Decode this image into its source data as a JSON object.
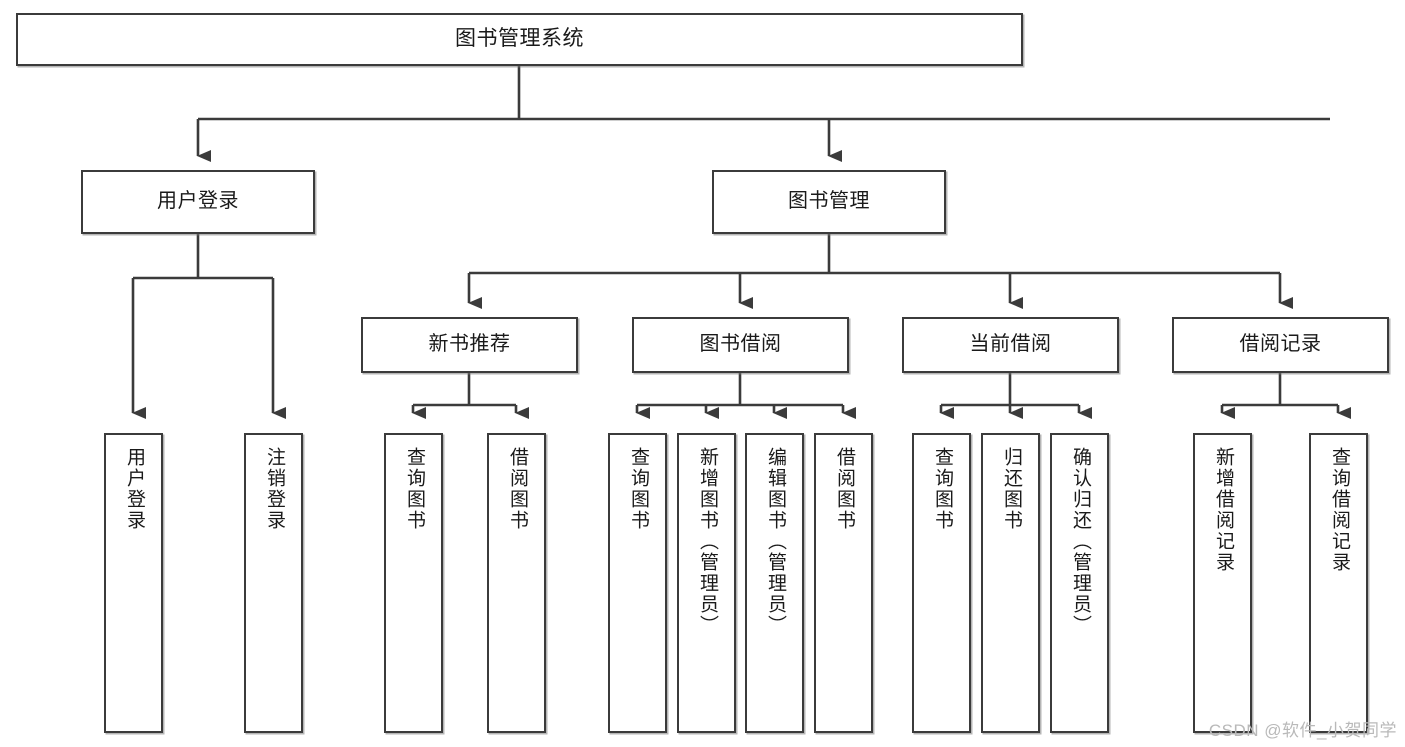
{
  "diagram": {
    "title": "图书管理系统",
    "type": "hierarchy-tree",
    "root": {
      "label": "图书管理系统"
    },
    "level2": [
      {
        "id": "user-login",
        "label": "用户登录"
      },
      {
        "id": "book-management",
        "label": "图书管理"
      }
    ],
    "level3": [
      {
        "id": "new-book-recommend",
        "label": "新书推荐",
        "parent": "book-management"
      },
      {
        "id": "book-borrow",
        "label": "图书借阅",
        "parent": "book-management"
      },
      {
        "id": "current-borrow",
        "label": "当前借阅",
        "parent": "book-management"
      },
      {
        "id": "borrow-record",
        "label": "借阅记录",
        "parent": "book-management"
      }
    ],
    "leaves": [
      {
        "id": "leaf-user-login",
        "label": "用户登录",
        "parent": "user-login"
      },
      {
        "id": "leaf-logout-login",
        "label": "注销登录",
        "parent": "user-login"
      },
      {
        "id": "leaf-query-book-1",
        "label": "查询图书",
        "parent": "new-book-recommend"
      },
      {
        "id": "leaf-borrow-book-1",
        "label": "借阅图书",
        "parent": "new-book-recommend"
      },
      {
        "id": "leaf-query-book-2",
        "label": "查询图书",
        "parent": "book-borrow"
      },
      {
        "id": "leaf-add-book",
        "label": "新增图书（管理员）",
        "parent": "book-borrow"
      },
      {
        "id": "leaf-edit-book",
        "label": "编辑图书（管理员）",
        "parent": "book-borrow"
      },
      {
        "id": "leaf-borrow-book-2",
        "label": "借阅图书",
        "parent": "book-borrow"
      },
      {
        "id": "leaf-query-book-3",
        "label": "查询图书",
        "parent": "current-borrow"
      },
      {
        "id": "leaf-return-book",
        "label": "归还图书",
        "parent": "current-borrow"
      },
      {
        "id": "leaf-confirm-return",
        "label": "确认归还（管理员）",
        "parent": "current-borrow"
      },
      {
        "id": "leaf-add-record",
        "label": "新增借阅记录",
        "parent": "borrow-record"
      },
      {
        "id": "leaf-query-record",
        "label": "查询借阅记录",
        "parent": "borrow-record"
      }
    ]
  },
  "watermark": {
    "text": "CSDN @软件_小贺同学"
  },
  "colors": {
    "stroke": "#3b3b3b",
    "text": "#1a1a1a",
    "background": "#ffffff",
    "watermark": "#b9b9b9"
  }
}
